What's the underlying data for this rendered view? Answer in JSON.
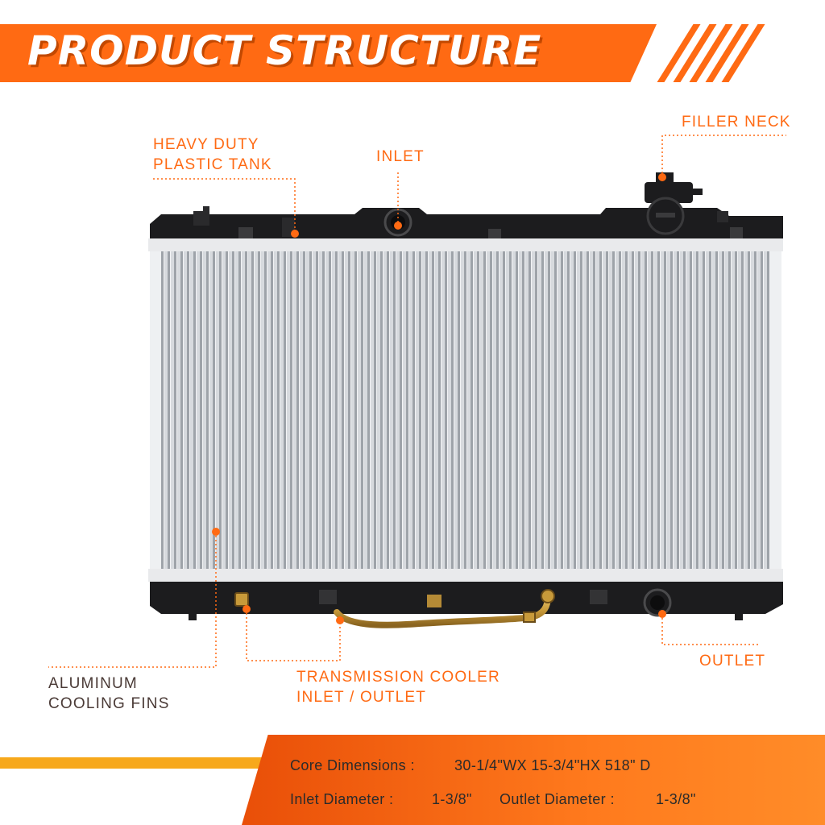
{
  "banner": {
    "title": "PRODUCT STRUCTURE"
  },
  "labels": {
    "heavy_duty": [
      "HEAVY DUTY",
      "PLASTIC TANK"
    ],
    "inlet": "INLET",
    "filler_neck": "FILLER NECK",
    "aluminum": [
      "ALUMINUM",
      "COOLING FINS"
    ],
    "transmission": [
      "TRANSMISSION COOLER",
      "INLET / OUTLET"
    ],
    "outlet": "OUTLET"
  },
  "specs": {
    "core_label": "Core Dimensions :",
    "core_value": "30-1/4\"WX 15-3/4\"HX 518\" D",
    "inlet_label": "Inlet Diameter :",
    "inlet_value": "1-3/8\"",
    "outlet_label": "Outlet Diameter :",
    "outlet_value": "1-3/8\""
  },
  "colors": {
    "accent": "#ff6a13",
    "accent_dark": "#c24800",
    "footer_bar": "#f7a81b",
    "plastic_tank": "#1c1c1e",
    "aluminum_core": "#c9ccd0",
    "brass_pipe": "#c89a3a"
  }
}
